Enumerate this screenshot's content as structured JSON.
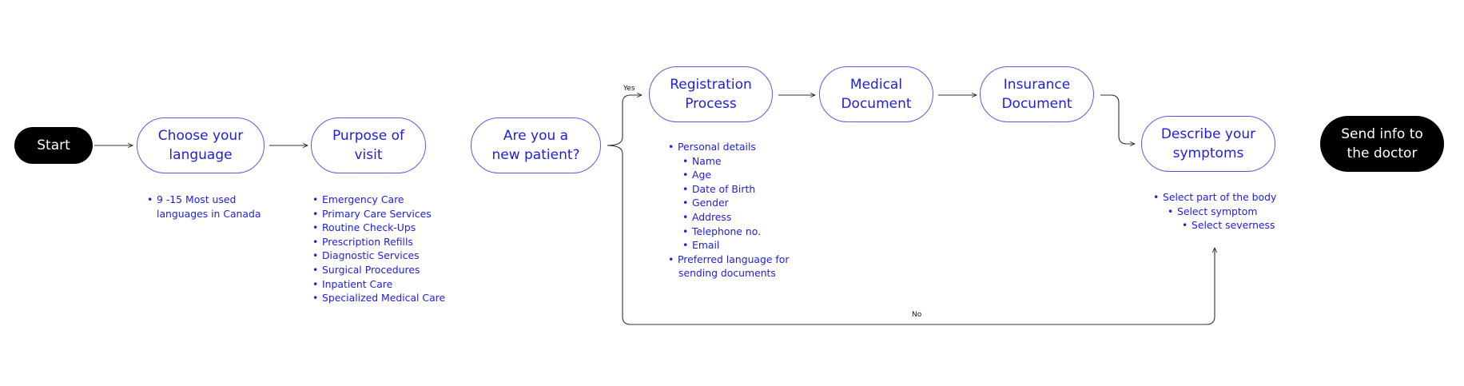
{
  "diagram": {
    "nodes": {
      "start": "Start",
      "language": "Choose your\nlanguage",
      "purpose": "Purpose of\nvisit",
      "new_patient": "Are you a\nnew patient?",
      "registration": "Registration\nProcess",
      "medical": "Medical\nDocument",
      "insurance": "Insurance\nDocument",
      "symptoms": "Describe your\nsymptoms",
      "send": "Send info to\nthe doctor"
    },
    "edge_labels": {
      "yes": "Yes",
      "no": "No"
    },
    "language_notes": [
      "9 -15 Most used",
      "languages in Canada"
    ],
    "purpose_notes": [
      "Emergency Care",
      "Primary Care Services",
      "Routine Check-Ups",
      "Prescription Refills",
      "Diagnostic Services",
      "Surgical Procedures",
      "Inpatient Care",
      "Specialized Medical Care"
    ],
    "registration_notes": {
      "personal": "Personal details",
      "details": [
        "Name",
        "Age",
        "Date of Birth",
        "Gender",
        "Address",
        "Telephone no.",
        "Email"
      ],
      "preferred": [
        "Preferred language for",
        "sending documents"
      ]
    },
    "symptom_notes": [
      "Select part of the body",
      "Select symptom",
      "Select severness"
    ],
    "colors": {
      "accent": "#2020dd",
      "border": "#5a5ae6",
      "dark": "#000000"
    }
  }
}
